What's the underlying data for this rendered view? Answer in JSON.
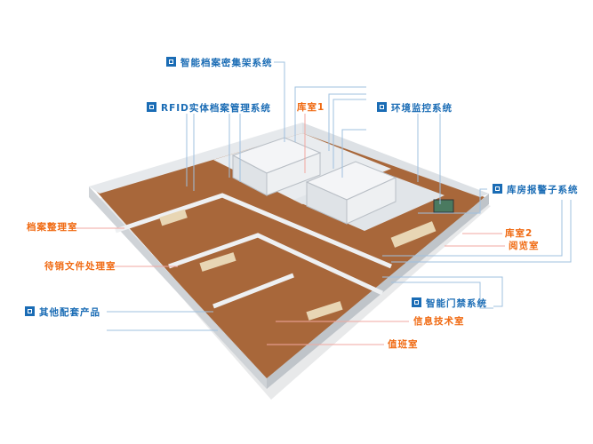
{
  "systems": {
    "dense_shelving": "智能档案密集架系统",
    "rfid": "RFID实体档案管理系统",
    "env_monitor": "环境监控系统",
    "alarm": "库房报警子系统",
    "access_control": "智能门禁系统",
    "other_products": "其他配套产品"
  },
  "rooms": {
    "storage1": "库室1",
    "storage2": "库室2",
    "reading": "阅览室",
    "archive_sorting": "档案整理室",
    "pending_destruction": "待销文件处理室",
    "it_room": "信息技术室",
    "duty_room": "值班室"
  },
  "colors": {
    "system": "#1a6cb5",
    "room": "#f06a12",
    "floor": "#a8673a",
    "wall": "#e9ecef"
  }
}
